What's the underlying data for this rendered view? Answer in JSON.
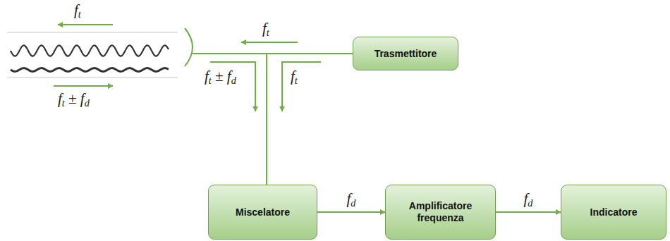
{
  "diagram": {
    "nodes": [
      {
        "text": [
          "Trasmettitore"
        ]
      },
      {
        "text": [
          "Miscelatore"
        ]
      },
      {
        "text": [
          "Amplificatore frequenza"
        ]
      },
      {
        "text": [
          "Indicatore"
        ]
      }
    ],
    "edges": [
      {
        "from": 0,
        "to": 1,
        "arrow": "none"
      },
      {
        "from": 1,
        "to": 2,
        "arrow": "to",
        "label": "fd"
      },
      {
        "from": 2,
        "to": 3,
        "arrow": "to",
        "label": "fd"
      }
    ],
    "labels": [
      "ft",
      "ft ± fd",
      "ft",
      "ft ± fd",
      "ft"
    ]
  }
}
